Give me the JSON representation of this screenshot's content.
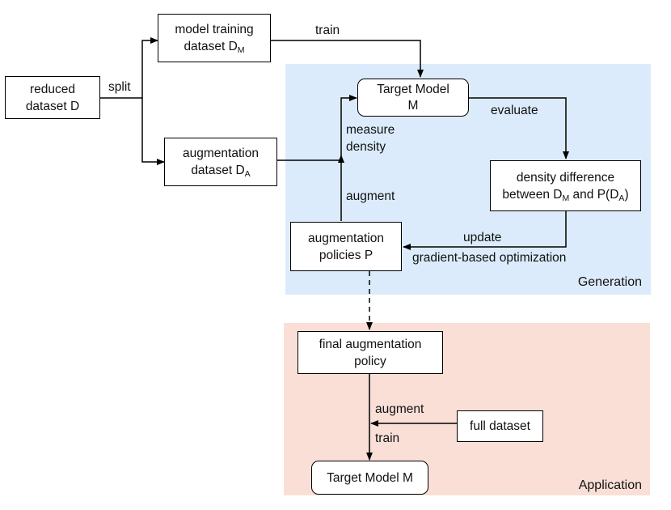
{
  "colors": {
    "generation_region": "#dcebfb",
    "application_region": "#fadfd6",
    "line": "#000000"
  },
  "regions": {
    "generation": "Generation",
    "application": "Application"
  },
  "nodes": {
    "reduced_dataset": {
      "line1": "reduced",
      "line2": "dataset D"
    },
    "model_training_dataset": {
      "line1": "model training",
      "line2_main": "dataset D",
      "line2_sub": "M"
    },
    "augmentation_dataset": {
      "line1": "augmentation",
      "line2_main": "dataset D",
      "line2_sub": "A"
    },
    "target_model_gen": {
      "line1": "Target Model",
      "line2": "M"
    },
    "density_difference": {
      "line1": "density difference",
      "line2_a": "between D",
      "line2_sub1": "M",
      "line2_b": " and P(D",
      "line2_sub2": "A",
      "line2_c": ")"
    },
    "augmentation_policies": {
      "line1": "augmentation",
      "line2": "policies P"
    },
    "final_policy": {
      "line1": "final augmentation",
      "line2": "policy"
    },
    "full_dataset": {
      "label": "full dataset"
    },
    "target_model_app": {
      "label": "Target Model M"
    }
  },
  "edge_labels": {
    "split": "split",
    "train_top": "train",
    "evaluate": "evaluate",
    "measure": "measure",
    "density": "density",
    "augment_gen": "augment",
    "update": "update",
    "gradient": "gradient-based optimization",
    "augment_app": "augment",
    "train_app": "train"
  }
}
